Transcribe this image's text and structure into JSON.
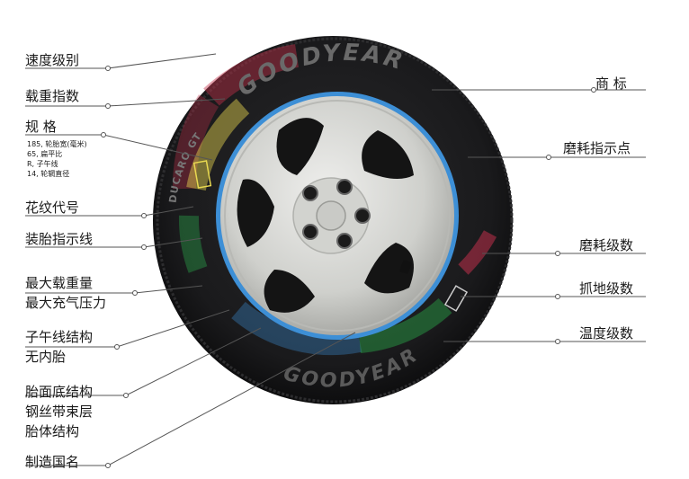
{
  "diagram": {
    "tire_brand": "GOODYEAR",
    "tire_model": "DUCARO GT",
    "left_labels": {
      "speed_rating": "速度级别",
      "load_index": "载重指数",
      "specification": "规 格",
      "spec_detail_1": "185, 轮胎宽(毫米)",
      "spec_detail_2": "65, 扁平比",
      "spec_detail_3": "R, 子午线",
      "spec_detail_4": "14, 轮辋直径",
      "tread_pattern_code": "花纹代号",
      "fitting_line": "装胎指示线",
      "max_load": "最大载重量",
      "max_pressure": "最大充气压力",
      "radial_structure": "子午线结构",
      "tubeless": "无内胎",
      "tread_base_structure": "胎面底结构",
      "steel_belt": "钢丝带束层",
      "carcass_structure": "胎体结构",
      "country_of_manufacture": "制造国名"
    },
    "right_labels": {
      "trademark": "商 标",
      "wear_indicator": "磨耗指示点",
      "treadwear_grade": "磨耗级数",
      "traction_grade": "抓地级数",
      "temperature_grade": "温度级数"
    },
    "colors": {
      "tire": "#1b1b1d",
      "sidewall_text": "#6a6a6a",
      "rim": "#d8d9d6",
      "rim_ring": "#3d8fd6",
      "leader_line": "#555555",
      "highlight_red": "#c0304a",
      "highlight_yellow": "#e8d850",
      "highlight_green": "#2aa84a",
      "highlight_blue": "#3d8fd6"
    }
  }
}
